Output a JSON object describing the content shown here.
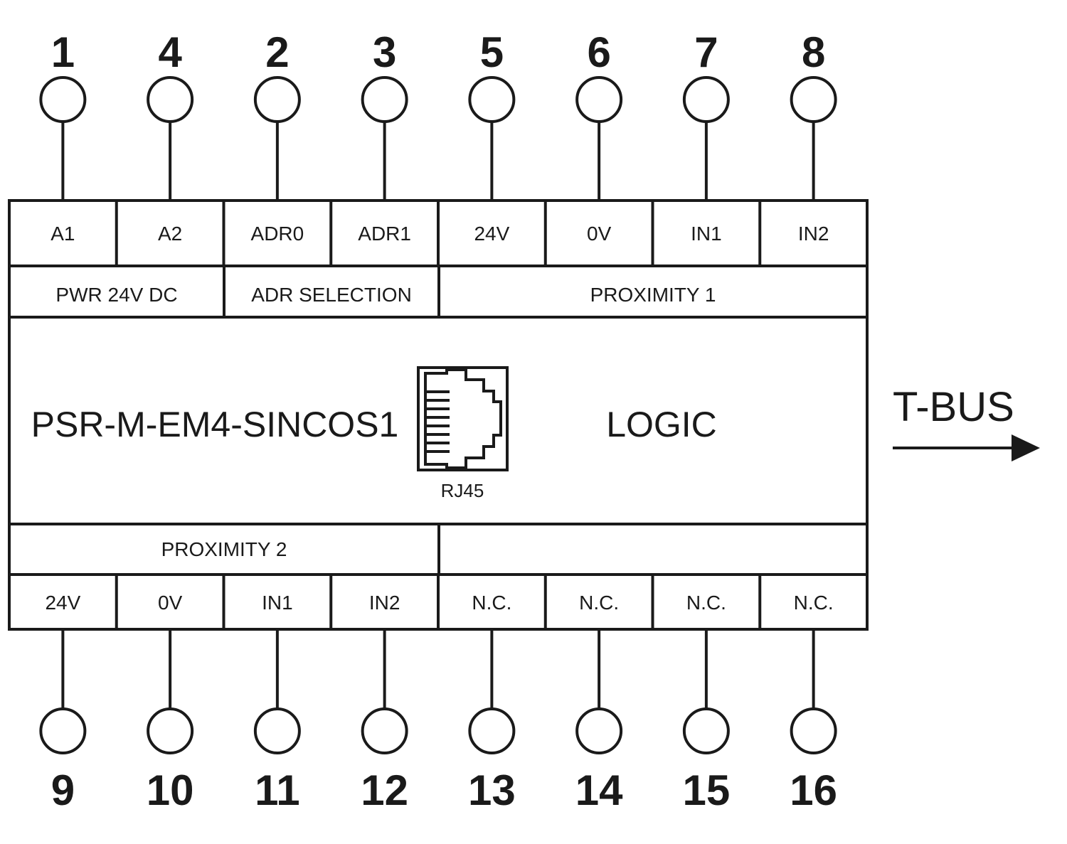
{
  "top_terminals": [
    {
      "number": "1",
      "label": "A1"
    },
    {
      "number": "4",
      "label": "A2"
    },
    {
      "number": "2",
      "label": "ADR0"
    },
    {
      "number": "3",
      "label": "ADR1"
    },
    {
      "number": "5",
      "label": "24V"
    },
    {
      "number": "6",
      "label": "0V"
    },
    {
      "number": "7",
      "label": "IN1"
    },
    {
      "number": "8",
      "label": "IN2"
    }
  ],
  "top_groups": [
    "PWR 24V DC",
    "ADR SELECTION",
    "PROXIMITY 1"
  ],
  "bottom_groups": [
    "PROXIMITY 2",
    ""
  ],
  "bottom_terminals": [
    {
      "number": "9",
      "label": "24V"
    },
    {
      "number": "10",
      "label": "0V"
    },
    {
      "number": "11",
      "label": "IN1"
    },
    {
      "number": "12",
      "label": "IN2"
    },
    {
      "number": "13",
      "label": "N.C."
    },
    {
      "number": "14",
      "label": "N.C."
    },
    {
      "number": "15",
      "label": "N.C."
    },
    {
      "number": "16",
      "label": "N.C."
    }
  ],
  "module": {
    "name": "PSR-M-EM4-SINCOS1",
    "logic_label": "LOGIC",
    "connector_label": "RJ45",
    "connector_icon": "rj45-port-icon"
  },
  "bus": {
    "label": "T-BUS",
    "direction_icon": "arrow-right-icon"
  }
}
